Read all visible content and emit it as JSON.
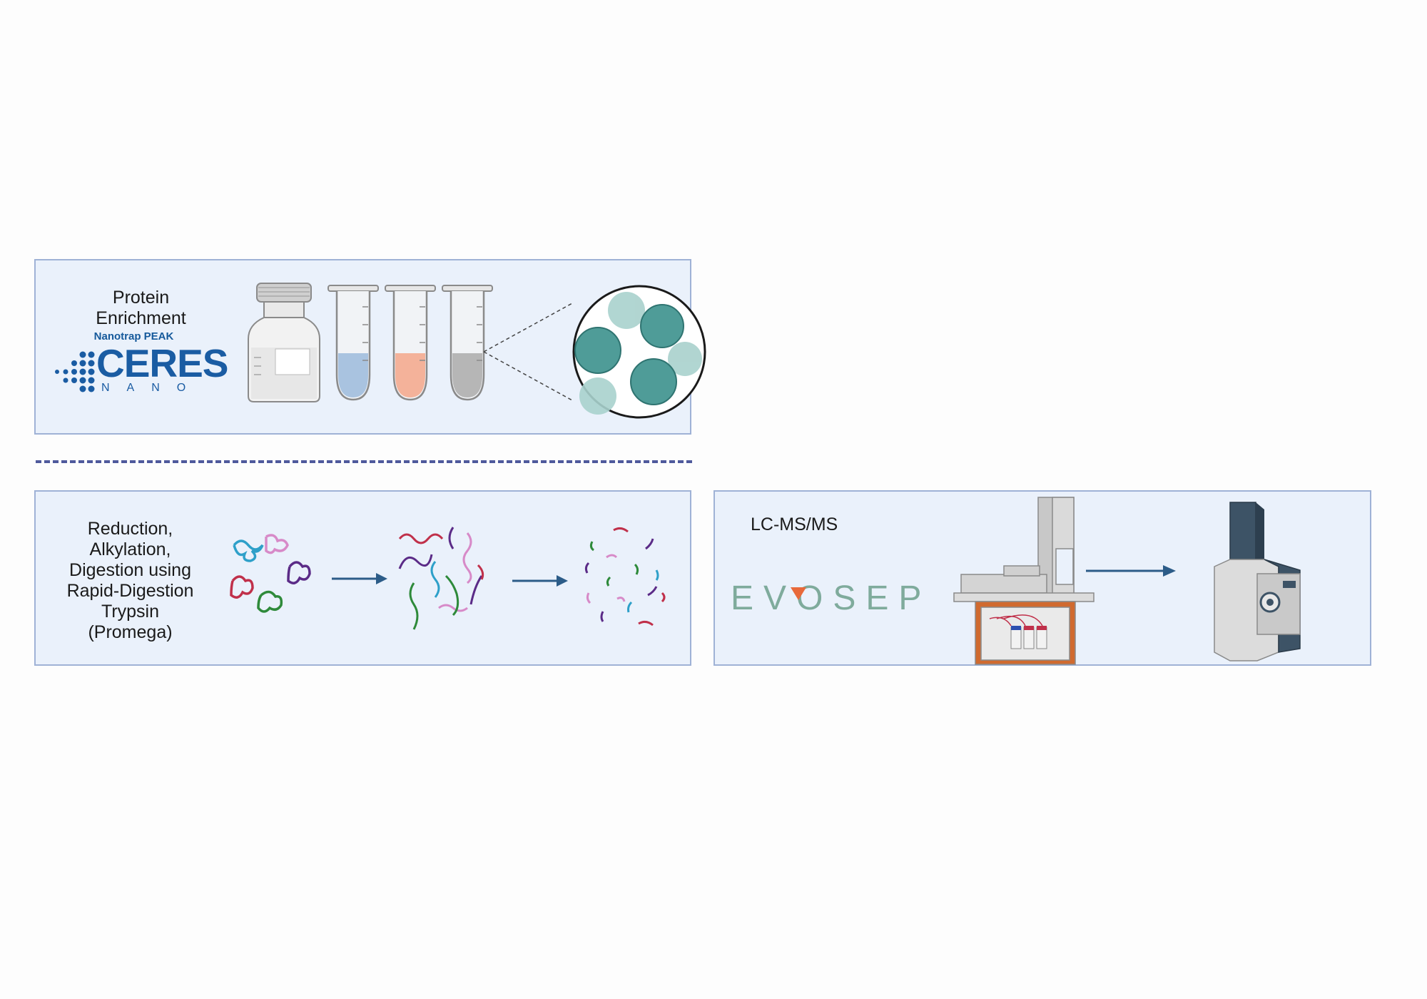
{
  "panels": {
    "protein": {
      "label": "Protein\nEnrichment",
      "logo_subtitle": "Nanotrap PEAK",
      "logo_word": "CERES",
      "logo_sub_word": "NANO"
    },
    "digestion": {
      "label": "Reduction,\nAlkylation,\nDigestion using\nRapid-Digestion\nTrypsin\n(Promega)"
    },
    "lcms": {
      "label": "LC-MS/MS",
      "logo_word": "EVOSEP"
    }
  },
  "colors": {
    "panel_bg": "#eaf1fb",
    "panel_border": "#9fb2d6",
    "arrow": "#2c5c88",
    "divider": "#4f5a9c",
    "ceres_blue": "#1a5ca3",
    "evosep_green": "#7fab9c",
    "evosep_accent": "#e8693a",
    "tube_blue": "#a9c3e0",
    "tube_orange": "#f4b29a",
    "tube_gray": "#b6b6b6",
    "particle_teal": "#4f9c98"
  },
  "icons": [
    "reagent-bottle-icon",
    "microtube-icon",
    "nanoparticle-magnifier-icon",
    "protein-coil-icon",
    "peptide-fragment-icon",
    "arrow-right-icon",
    "lc-system-icon",
    "mass-spectrometer-icon"
  ]
}
